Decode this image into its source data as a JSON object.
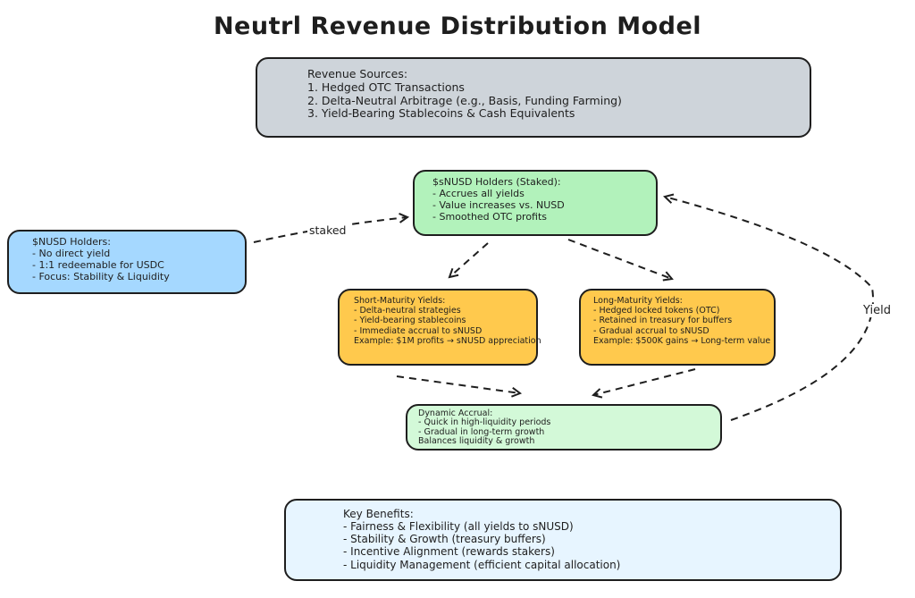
{
  "title": "Neutrl Revenue Distribution Model",
  "revenue_sources": {
    "heading": "Revenue Sources:",
    "items": [
      "1. Hedged OTC Transactions",
      "2. Delta-Neutral Arbitrage (e.g., Basis, Funding Farming)",
      "3. Yield-Bearing Stablecoins & Cash Equivalents"
    ]
  },
  "snusd_holders": {
    "heading": "$sNUSD Holders (Staked):",
    "items": [
      "Accrues all yields",
      "Value increases vs. NUSD",
      "Smoothed OTC profits"
    ]
  },
  "nusd_holders": {
    "heading": "$NUSD Holders:",
    "items": [
      "No direct yield",
      "1:1 redeemable for USDC",
      "Focus: Stability & Liquidity"
    ]
  },
  "short_maturity": {
    "heading": "Short-Maturity Yields:",
    "items": [
      "Delta-neutral strategies",
      "Yield-bearing stablecoins",
      "Immediate accrual to sNUSD"
    ],
    "example": "Example: $1M profits → sNUSD appreciation"
  },
  "long_maturity": {
    "heading": "Long-Maturity Yields:",
    "items": [
      "Hedged locked tokens (OTC)",
      "Retained in treasury for buffers",
      "Gradual accrual to sNUSD"
    ],
    "example": "Example: $500K gains → Long-term value"
  },
  "dynamic_accrual": {
    "heading": "Dynamic Accrual:",
    "items": [
      "Quick in high-liquidity periods",
      "Gradual in long-term growth"
    ],
    "footer": "Balances liquidity & growth"
  },
  "key_benefits": {
    "heading": "Key Benefits:",
    "items": [
      "Fairness & Flexibility (all yields to sNUSD)",
      "Stability & Growth (treasury buffers)",
      "Incentive Alignment (rewards stakers)",
      "Liquidity Management (efficient capital allocation)"
    ]
  },
  "arrow_labels": {
    "staked": "staked",
    "yield": "Yield"
  },
  "colors": {
    "revenue": "#ced4da",
    "snusd": "#b2f2bb",
    "nusd": "#a5d8ff",
    "maturity": "#ffc94d",
    "dynamic": "#d3f9d8",
    "benefits": "#e7f5ff",
    "stroke": "#1e1e1e"
  }
}
